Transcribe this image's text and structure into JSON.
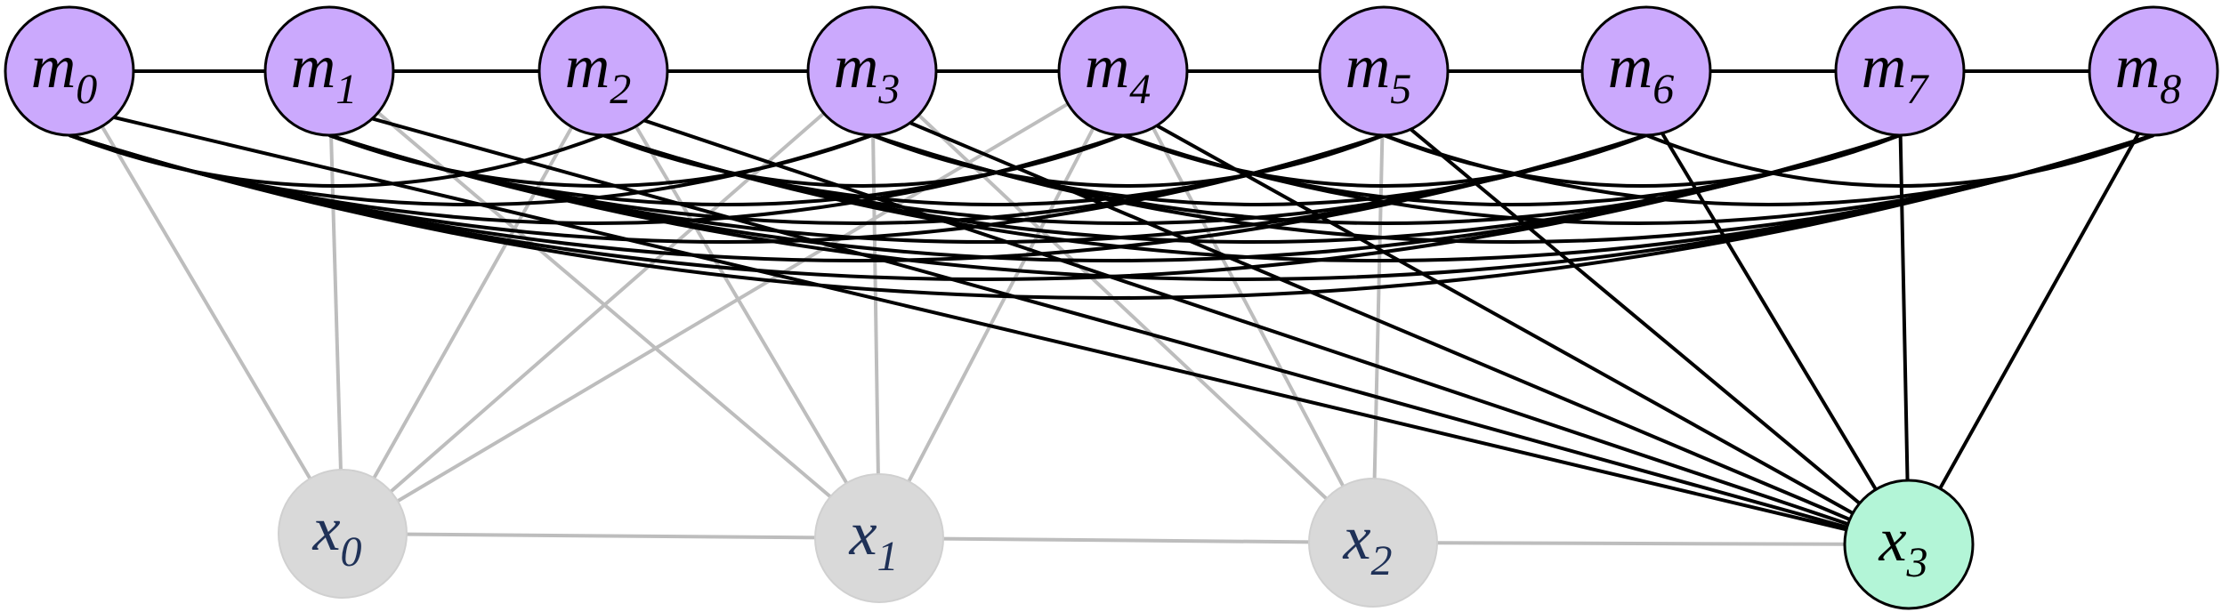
{
  "colors": {
    "m_node_fill": "#cba9fd",
    "x_node_fill": "#d9d9d9",
    "x_active_fill": "#b3f5d7",
    "black_edge": "#000000",
    "gray_edge": "#bdbdbd",
    "x_label_color": "#1f3157",
    "m_label_color": "#000000"
  },
  "m_nodes": [
    {
      "id": "m0",
      "base": "m",
      "sub": "0"
    },
    {
      "id": "m1",
      "base": "m",
      "sub": "1"
    },
    {
      "id": "m2",
      "base": "m",
      "sub": "2"
    },
    {
      "id": "m3",
      "base": "m",
      "sub": "3"
    },
    {
      "id": "m4",
      "base": "m",
      "sub": "4"
    },
    {
      "id": "m5",
      "base": "m",
      "sub": "5"
    },
    {
      "id": "m6",
      "base": "m",
      "sub": "6"
    },
    {
      "id": "m7",
      "base": "m",
      "sub": "7"
    },
    {
      "id": "m8",
      "base": "m",
      "sub": "8"
    }
  ],
  "x_nodes": [
    {
      "id": "x0",
      "base": "x",
      "sub": "0",
      "active": false
    },
    {
      "id": "x1",
      "base": "x",
      "sub": "1",
      "active": false
    },
    {
      "id": "x2",
      "base": "x",
      "sub": "2",
      "active": false
    },
    {
      "id": "x3",
      "base": "x",
      "sub": "3",
      "active": true
    }
  ],
  "edges": {
    "m_chain": [
      [
        0,
        1
      ],
      [
        1,
        2
      ],
      [
        2,
        3
      ],
      [
        3,
        4
      ],
      [
        4,
        5
      ],
      [
        5,
        6
      ],
      [
        6,
        7
      ],
      [
        7,
        8
      ]
    ],
    "m_arcs": [
      [
        0,
        2
      ],
      [
        0,
        3
      ],
      [
        0,
        4
      ],
      [
        0,
        5
      ],
      [
        0,
        6
      ],
      [
        0,
        7
      ],
      [
        0,
        8
      ],
      [
        1,
        3
      ],
      [
        1,
        4
      ],
      [
        1,
        5
      ],
      [
        1,
        6
      ],
      [
        1,
        7
      ],
      [
        1,
        8
      ],
      [
        2,
        4
      ],
      [
        2,
        5
      ],
      [
        2,
        6
      ],
      [
        2,
        7
      ],
      [
        2,
        8
      ],
      [
        3,
        5
      ],
      [
        3,
        6
      ],
      [
        3,
        7
      ],
      [
        3,
        8
      ],
      [
        4,
        6
      ],
      [
        4,
        7
      ],
      [
        4,
        8
      ],
      [
        5,
        7
      ],
      [
        5,
        8
      ],
      [
        6,
        8
      ]
    ],
    "x_chain": [
      [
        0,
        1
      ],
      [
        1,
        2
      ],
      [
        2,
        3
      ]
    ],
    "mx_gray": [
      [
        0,
        0
      ],
      [
        1,
        0
      ],
      [
        2,
        0
      ],
      [
        3,
        0
      ],
      [
        4,
        0
      ],
      [
        2,
        1
      ],
      [
        3,
        1
      ],
      [
        4,
        1
      ],
      [
        1,
        1
      ],
      [
        3,
        2
      ],
      [
        4,
        2
      ],
      [
        5,
        2
      ]
    ],
    "mx_black": [
      [
        0,
        3
      ],
      [
        1,
        3
      ],
      [
        2,
        3
      ],
      [
        3,
        3
      ],
      [
        4,
        3
      ],
      [
        5,
        3
      ],
      [
        6,
        3
      ],
      [
        7,
        3
      ],
      [
        8,
        3
      ]
    ]
  }
}
